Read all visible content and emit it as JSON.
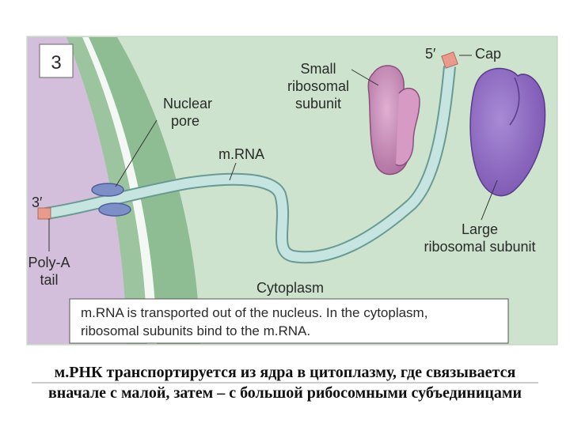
{
  "panel": {
    "number": "3"
  },
  "labels": {
    "five_prime": "5′",
    "cap": "Cap",
    "small_subunit": [
      "Small",
      "ribosomal",
      "subunit"
    ],
    "nuclear_pore": [
      "Nuclear",
      "pore"
    ],
    "mrna": "m.RNA",
    "three_prime": "3′",
    "poly_a_tail": [
      "Poly-A",
      "tail"
    ],
    "large_subunit": [
      "Large",
      "ribosomal subunit"
    ],
    "cytoplasm": "Cytoplasm"
  },
  "caption_en": [
    "m.RNA is transported out of the nucleus. In the cytoplasm,",
    "ribosomal subunits bind to the m.RNA."
  ],
  "caption_ru": [
    "м.РНК транспортируется из ядра в цитоплазму, где связывается",
    "вначале с малой, затем – с большой рибосомными субъединицами"
  ],
  "colors": {
    "nucleus": "#d3bfdb",
    "cytoplasm": "#cde3cd",
    "envelope": "#8fbd93",
    "mrna": "#c6e5e1",
    "cap": "#e89a8c",
    "small_subunit": "#c786b4",
    "large_subunit": "#8f68c2",
    "pore": "#7c8fc6"
  }
}
